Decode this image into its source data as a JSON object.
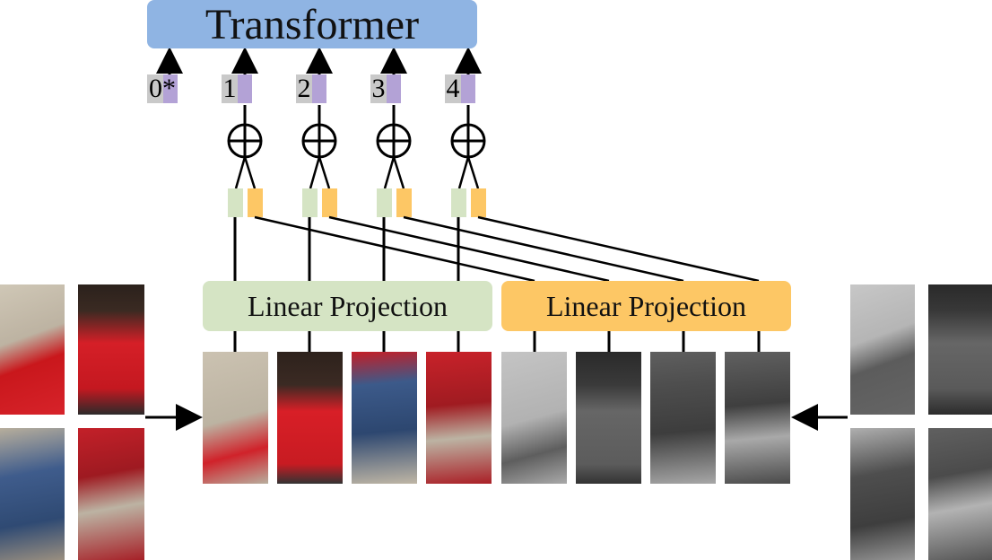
{
  "transformer": {
    "label": "Transformer"
  },
  "projections": {
    "rgb": {
      "label": "Linear Projection",
      "color": "#d5e4c4"
    },
    "gray": {
      "label": "Linear Projection",
      "color": "#fdc765"
    }
  },
  "tokens": [
    {
      "label": "0*"
    },
    {
      "label": "1"
    },
    {
      "label": "2"
    },
    {
      "label": "3"
    },
    {
      "label": "4"
    }
  ],
  "colors": {
    "transformer": "#8fb4e3",
    "token_number": "#c9c9c9",
    "position_embedding": "#b3a2d6",
    "rgb_feature": "#d5e4c4",
    "gray_feature": "#fdc765"
  },
  "icons": {
    "add": "circle-plus-icon",
    "arrow": "arrow-icon"
  }
}
